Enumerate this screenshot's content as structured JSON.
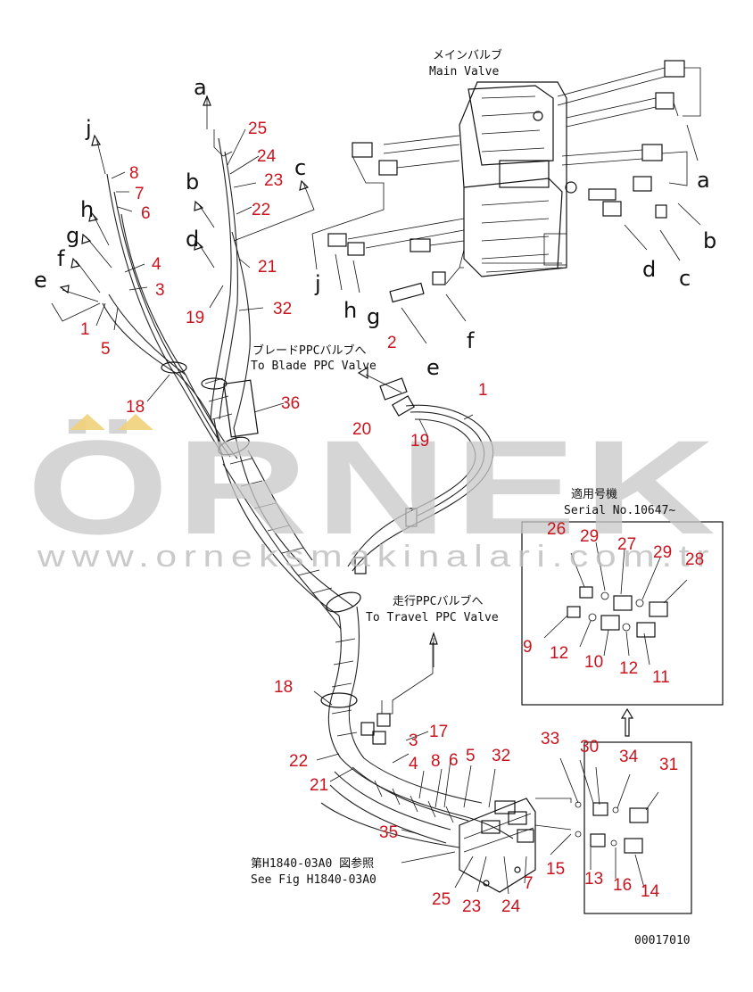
{
  "annotations": {
    "main_valve_jp": "メインバルブ",
    "main_valve_en": "Main Valve",
    "blade_ppc_jp": "ブレードPPCバルブへ",
    "blade_ppc_en": "To Blade PPC Valve",
    "travel_ppc_jp": "走行PPCバルブへ",
    "travel_ppc_en": "To Travel PPC Valve",
    "serial_jp": "適用号機",
    "serial_en": "Serial No.10647~",
    "see_fig_jp": "第H1840-03A0 図参照",
    "see_fig_en": "See Fig H1840-03A0",
    "drawing_no": "00017010"
  },
  "watermark": {
    "brand": "ÖRNEK",
    "url": "www.orneksmakinalari.com.tr"
  },
  "connection_letters": [
    {
      "id": "a-left",
      "text": "a"
    },
    {
      "id": "j-left",
      "text": "j"
    },
    {
      "id": "h-left",
      "text": "h"
    },
    {
      "id": "g-left",
      "text": "g"
    },
    {
      "id": "f-left",
      "text": "f"
    },
    {
      "id": "e-left",
      "text": "e"
    },
    {
      "id": "b-left",
      "text": "b"
    },
    {
      "id": "d-left",
      "text": "d"
    },
    {
      "id": "c-left",
      "text": "c"
    },
    {
      "id": "a-right",
      "text": "a"
    },
    {
      "id": "b-right",
      "text": "b"
    },
    {
      "id": "d-right",
      "text": "d"
    },
    {
      "id": "c-right",
      "text": "c"
    },
    {
      "id": "j-right",
      "text": "j"
    },
    {
      "id": "h-right",
      "text": "h"
    },
    {
      "id": "g-right",
      "text": "g"
    },
    {
      "id": "f-right",
      "text": "f"
    },
    {
      "id": "e-right",
      "text": "e"
    }
  ],
  "part_numbers": [
    {
      "id": "p25-top",
      "text": "25"
    },
    {
      "id": "p24-top",
      "text": "24"
    },
    {
      "id": "p23-top",
      "text": "23"
    },
    {
      "id": "p22-top",
      "text": "22"
    },
    {
      "id": "p21-top",
      "text": "21"
    },
    {
      "id": "p19-top",
      "text": "19"
    },
    {
      "id": "p32-top",
      "text": "32"
    },
    {
      "id": "p8-top",
      "text": "8"
    },
    {
      "id": "p7-top",
      "text": "7"
    },
    {
      "id": "p6-top",
      "text": "6"
    },
    {
      "id": "p4-top",
      "text": "4"
    },
    {
      "id": "p3-top",
      "text": "3"
    },
    {
      "id": "p1-top",
      "text": "1"
    },
    {
      "id": "p5-top",
      "text": "5"
    },
    {
      "id": "p18-top",
      "text": "18"
    },
    {
      "id": "p36",
      "text": "36"
    },
    {
      "id": "p2-blade",
      "text": "2"
    },
    {
      "id": "p1-blade",
      "text": "1"
    },
    {
      "id": "p20-blade",
      "text": "20"
    },
    {
      "id": "p19-blade",
      "text": "19"
    },
    {
      "id": "p26",
      "text": "26"
    },
    {
      "id": "p29a",
      "text": "29"
    },
    {
      "id": "p27",
      "text": "27"
    },
    {
      "id": "p29b",
      "text": "29"
    },
    {
      "id": "p28",
      "text": "28"
    },
    {
      "id": "p9",
      "text": "9"
    },
    {
      "id": "p12a",
      "text": "12"
    },
    {
      "id": "p10",
      "text": "10"
    },
    {
      "id": "p12b",
      "text": "12"
    },
    {
      "id": "p11",
      "text": "11"
    },
    {
      "id": "p18-bot",
      "text": "18"
    },
    {
      "id": "p17",
      "text": "17"
    },
    {
      "id": "p3-bot",
      "text": "3"
    },
    {
      "id": "p4-bot",
      "text": "4"
    },
    {
      "id": "p22-bot",
      "text": "22"
    },
    {
      "id": "p21-bot",
      "text": "21"
    },
    {
      "id": "p8-bot",
      "text": "8"
    },
    {
      "id": "p6-bot",
      "text": "6"
    },
    {
      "id": "p5-bot",
      "text": "5"
    },
    {
      "id": "p32-bot",
      "text": "32"
    },
    {
      "id": "p33",
      "text": "33"
    },
    {
      "id": "p30",
      "text": "30"
    },
    {
      "id": "p34",
      "text": "34"
    },
    {
      "id": "p31",
      "text": "31"
    },
    {
      "id": "p35",
      "text": "35"
    },
    {
      "id": "p15",
      "text": "15"
    },
    {
      "id": "p13",
      "text": "13"
    },
    {
      "id": "p16",
      "text": "16"
    },
    {
      "id": "p14",
      "text": "14"
    },
    {
      "id": "p25-bot",
      "text": "25"
    },
    {
      "id": "p23-bot",
      "text": "23"
    },
    {
      "id": "p24-bot",
      "text": "24"
    },
    {
      "id": "p7-bot",
      "text": "7"
    }
  ]
}
